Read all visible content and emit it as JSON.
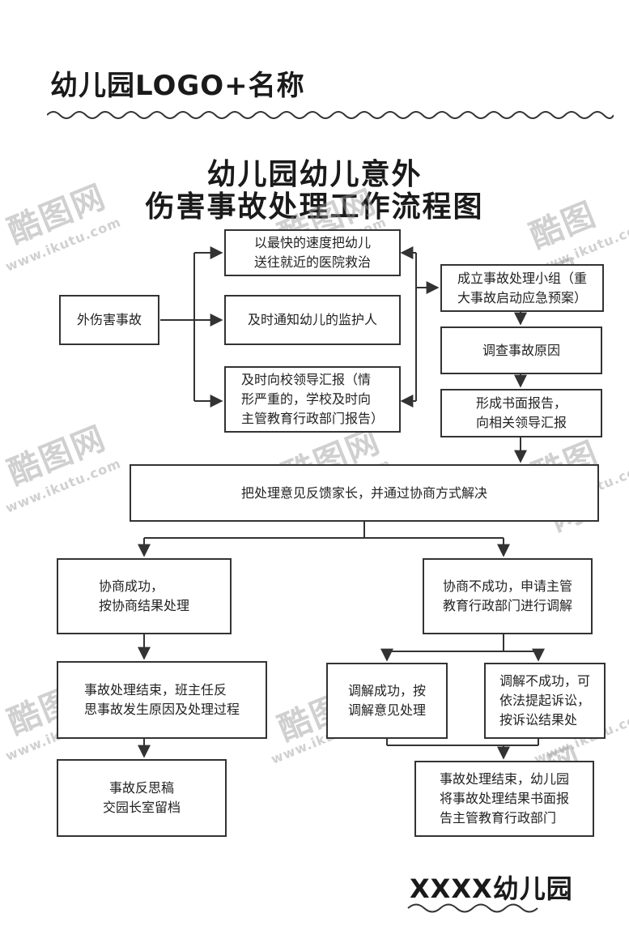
{
  "header": {
    "logo_title": "幼儿园LOGO+名称"
  },
  "title": {
    "line1": "幼儿园幼儿意外",
    "line2": "伤害事故处理工作流程图"
  },
  "flow": {
    "start": "外伤害事故",
    "hospital": "以最快的速度把幼儿\n送往就近的医院救治",
    "notify_guardian": "及时通知幼儿的监护人",
    "report_leaders": "及时向校领导汇报（情\n形严重的，学校及时向\n主管教育行政部门报告）",
    "team": "成立事故处理小组（重\n大事故启动应急预案）",
    "investigate": "调查事故原因",
    "written_report": "形成书面报告，\n向相关领导汇报",
    "feedback": "把处理意见反馈家长，并通过协商方式解决",
    "negotiation_success": "协商成功，\n按协商结果处理",
    "negotiation_fail": "协商不成功，申请主管\n教育行政部门进行调解",
    "end_teacher_reflect": "事故处理结束，班主任反\n思事故发生原因及处理过程",
    "mediation_success": "调解成功，按\n调解意见处理",
    "mediation_fail": "调解不成功，可\n依法提起诉讼，\n按诉讼结果处",
    "archive": "事故反思稿\n交园长室留档",
    "end_report": "事故处理结束，幼儿园\n将事故处理结果书面报\n告主管教育行政部门"
  },
  "footer": {
    "school_name": "XXXX幼儿园"
  },
  "watermark": {
    "brand": "酷图网",
    "url": "www.ikutu.com"
  },
  "colors": {
    "line": "#333333",
    "background": "#ffffff",
    "text": "#222222"
  }
}
